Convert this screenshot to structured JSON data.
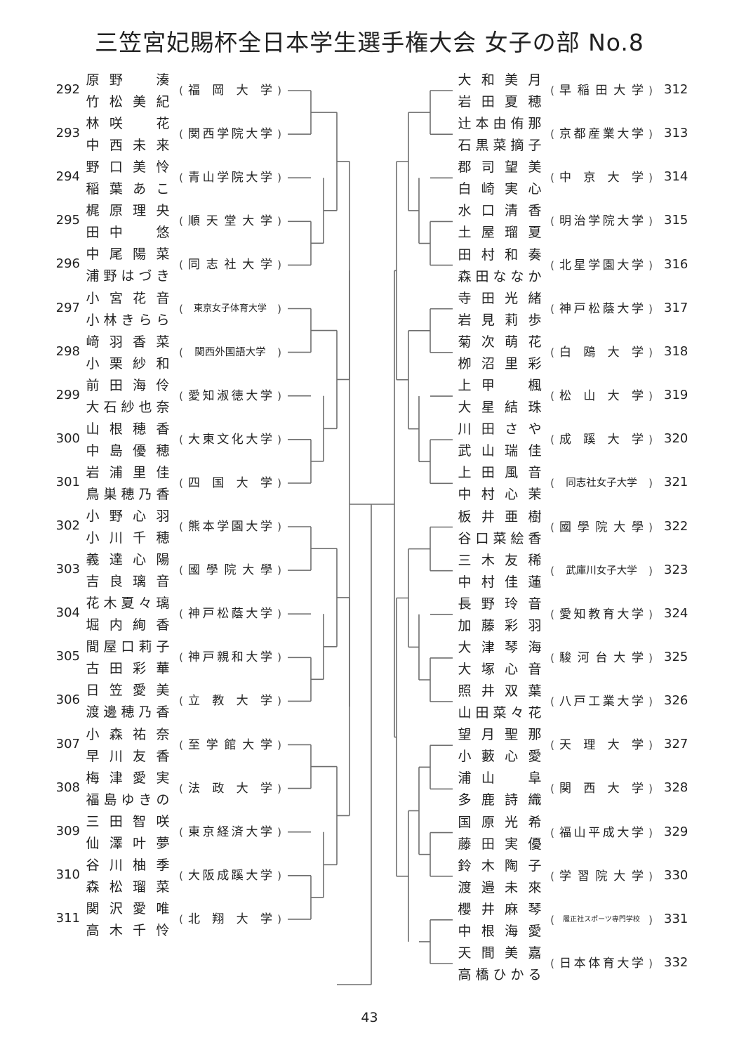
{
  "title": "三笠宮妃賜杯全日本学生選手権大会 女子の部 No.8",
  "page_number": "43",
  "left_pairs": [
    {
      "seed": "292",
      "player1": "原野湊",
      "player2": "竹松美紀",
      "school": "福岡大学"
    },
    {
      "seed": "293",
      "player1": "林咲花",
      "player2": "中西未来",
      "school": "関西学院大学"
    },
    {
      "seed": "294",
      "player1": "野口美怜",
      "player2": "稲葉あこ",
      "school": "青山学院大学"
    },
    {
      "seed": "295",
      "player1": "梶原理央",
      "player2": "田中悠",
      "school": "順天堂大学"
    },
    {
      "seed": "296",
      "player1": "中尾陽菜",
      "player2": "浦野はづき",
      "school": "同志社大学"
    },
    {
      "seed": "297",
      "player1": "小宮花音",
      "player2": "小林きらら",
      "school": "東京女子体育大学"
    },
    {
      "seed": "298",
      "player1": "﨑羽香菜",
      "player2": "小栗紗和",
      "school": "関西外国語大学"
    },
    {
      "seed": "299",
      "player1": "前田海伶",
      "player2": "大石紗也奈",
      "school": "愛知淑徳大学"
    },
    {
      "seed": "300",
      "player1": "山根穂香",
      "player2": "中島優穂",
      "school": "大東文化大学"
    },
    {
      "seed": "301",
      "player1": "岩浦里佳",
      "player2": "鳥巣穂乃香",
      "school": "四国大学"
    },
    {
      "seed": "302",
      "player1": "小野心羽",
      "player2": "小川千穂",
      "school": "熊本学園大学"
    },
    {
      "seed": "303",
      "player1": "義達心陽",
      "player2": "吉良璃音",
      "school": "國學院大學"
    },
    {
      "seed": "304",
      "player1": "花木夏々璃",
      "player2": "堀内絢香",
      "school": "神戸松蔭大学"
    },
    {
      "seed": "305",
      "player1": "間屋口莉子",
      "player2": "古田彩華",
      "school": "神戸親和大学"
    },
    {
      "seed": "306",
      "player1": "日笠愛美",
      "player2": "渡邊穂乃香",
      "school": "立教大学"
    },
    {
      "seed": "307",
      "player1": "小森祐奈",
      "player2": "早川友香",
      "school": "至学館大学"
    },
    {
      "seed": "308",
      "player1": "梅津愛実",
      "player2": "福島ゆきの",
      "school": "法政大学"
    },
    {
      "seed": "309",
      "player1": "三田智咲",
      "player2": "仙澤叶夢",
      "school": "東京経済大学"
    },
    {
      "seed": "310",
      "player1": "谷川柚季",
      "player2": "森松瑠菜",
      "school": "大阪成蹊大学"
    },
    {
      "seed": "311",
      "player1": "関沢愛唯",
      "player2": "高木千怜",
      "school": "北翔大学"
    }
  ],
  "right_pairs": [
    {
      "seed": "312",
      "player1": "大和美月",
      "player2": "岩田夏穂",
      "school": "早稲田大学"
    },
    {
      "seed": "313",
      "player1": "辻本由侑那",
      "player2": "石黒菜摘子",
      "school": "京都産業大学"
    },
    {
      "seed": "314",
      "player1": "郡司望美",
      "player2": "白崎実心",
      "school": "中京大学"
    },
    {
      "seed": "315",
      "player1": "水口清香",
      "player2": "土屋瑠夏",
      "school": "明治学院大学"
    },
    {
      "seed": "316",
      "player1": "田村和奏",
      "player2": "森田ななか",
      "school": "北星学園大学"
    },
    {
      "seed": "317",
      "player1": "寺田光緒",
      "player2": "岩見莉歩",
      "school": "神戸松蔭大学"
    },
    {
      "seed": "318",
      "player1": "菊次萌花",
      "player2": "栁沼里彩",
      "school": "白鴎大学"
    },
    {
      "seed": "319",
      "player1": "上甲楓",
      "player2": "大星結珠",
      "school": "松山大学"
    },
    {
      "seed": "320",
      "player1": "川田さや",
      "player2": "武山瑞佳",
      "school": "成蹊大学"
    },
    {
      "seed": "321",
      "player1": "上田風音",
      "player2": "中村心茉",
      "school": "同志社女子大学"
    },
    {
      "seed": "322",
      "player1": "板井亜樹",
      "player2": "谷口菜絵香",
      "school": "國學院大學"
    },
    {
      "seed": "323",
      "player1": "三木友稀",
      "player2": "中村佳蓮",
      "school": "武庫川女子大学"
    },
    {
      "seed": "324",
      "player1": "長野玲音",
      "player2": "加藤彩羽",
      "school": "愛知教育大学"
    },
    {
      "seed": "325",
      "player1": "大津琴海",
      "player2": "大塚心音",
      "school": "駿河台大学"
    },
    {
      "seed": "326",
      "player1": "照井双葉",
      "player2": "山田菜々花",
      "school": "八戸工業大学"
    },
    {
      "seed": "327",
      "player1": "望月聖那",
      "player2": "小藪心愛",
      "school": "天理大学"
    },
    {
      "seed": "328",
      "player1": "浦山阜",
      "player2": "多鹿詩織",
      "school": "関西大学"
    },
    {
      "seed": "329",
      "player1": "国原光希",
      "player2": "藤田実優",
      "school": "福山平成大学"
    },
    {
      "seed": "330",
      "player1": "鈴木陶子",
      "player2": "渡邉未來",
      "school": "学習院大学"
    },
    {
      "seed": "331",
      "player1": "櫻井麻琴",
      "player2": "中根海愛",
      "school": "履正社スポーツ専門学校"
    },
    {
      "seed": "332",
      "player1": "天間美嘉",
      "player2": "高橋ひかる",
      "school": "日本体育大学"
    }
  ]
}
